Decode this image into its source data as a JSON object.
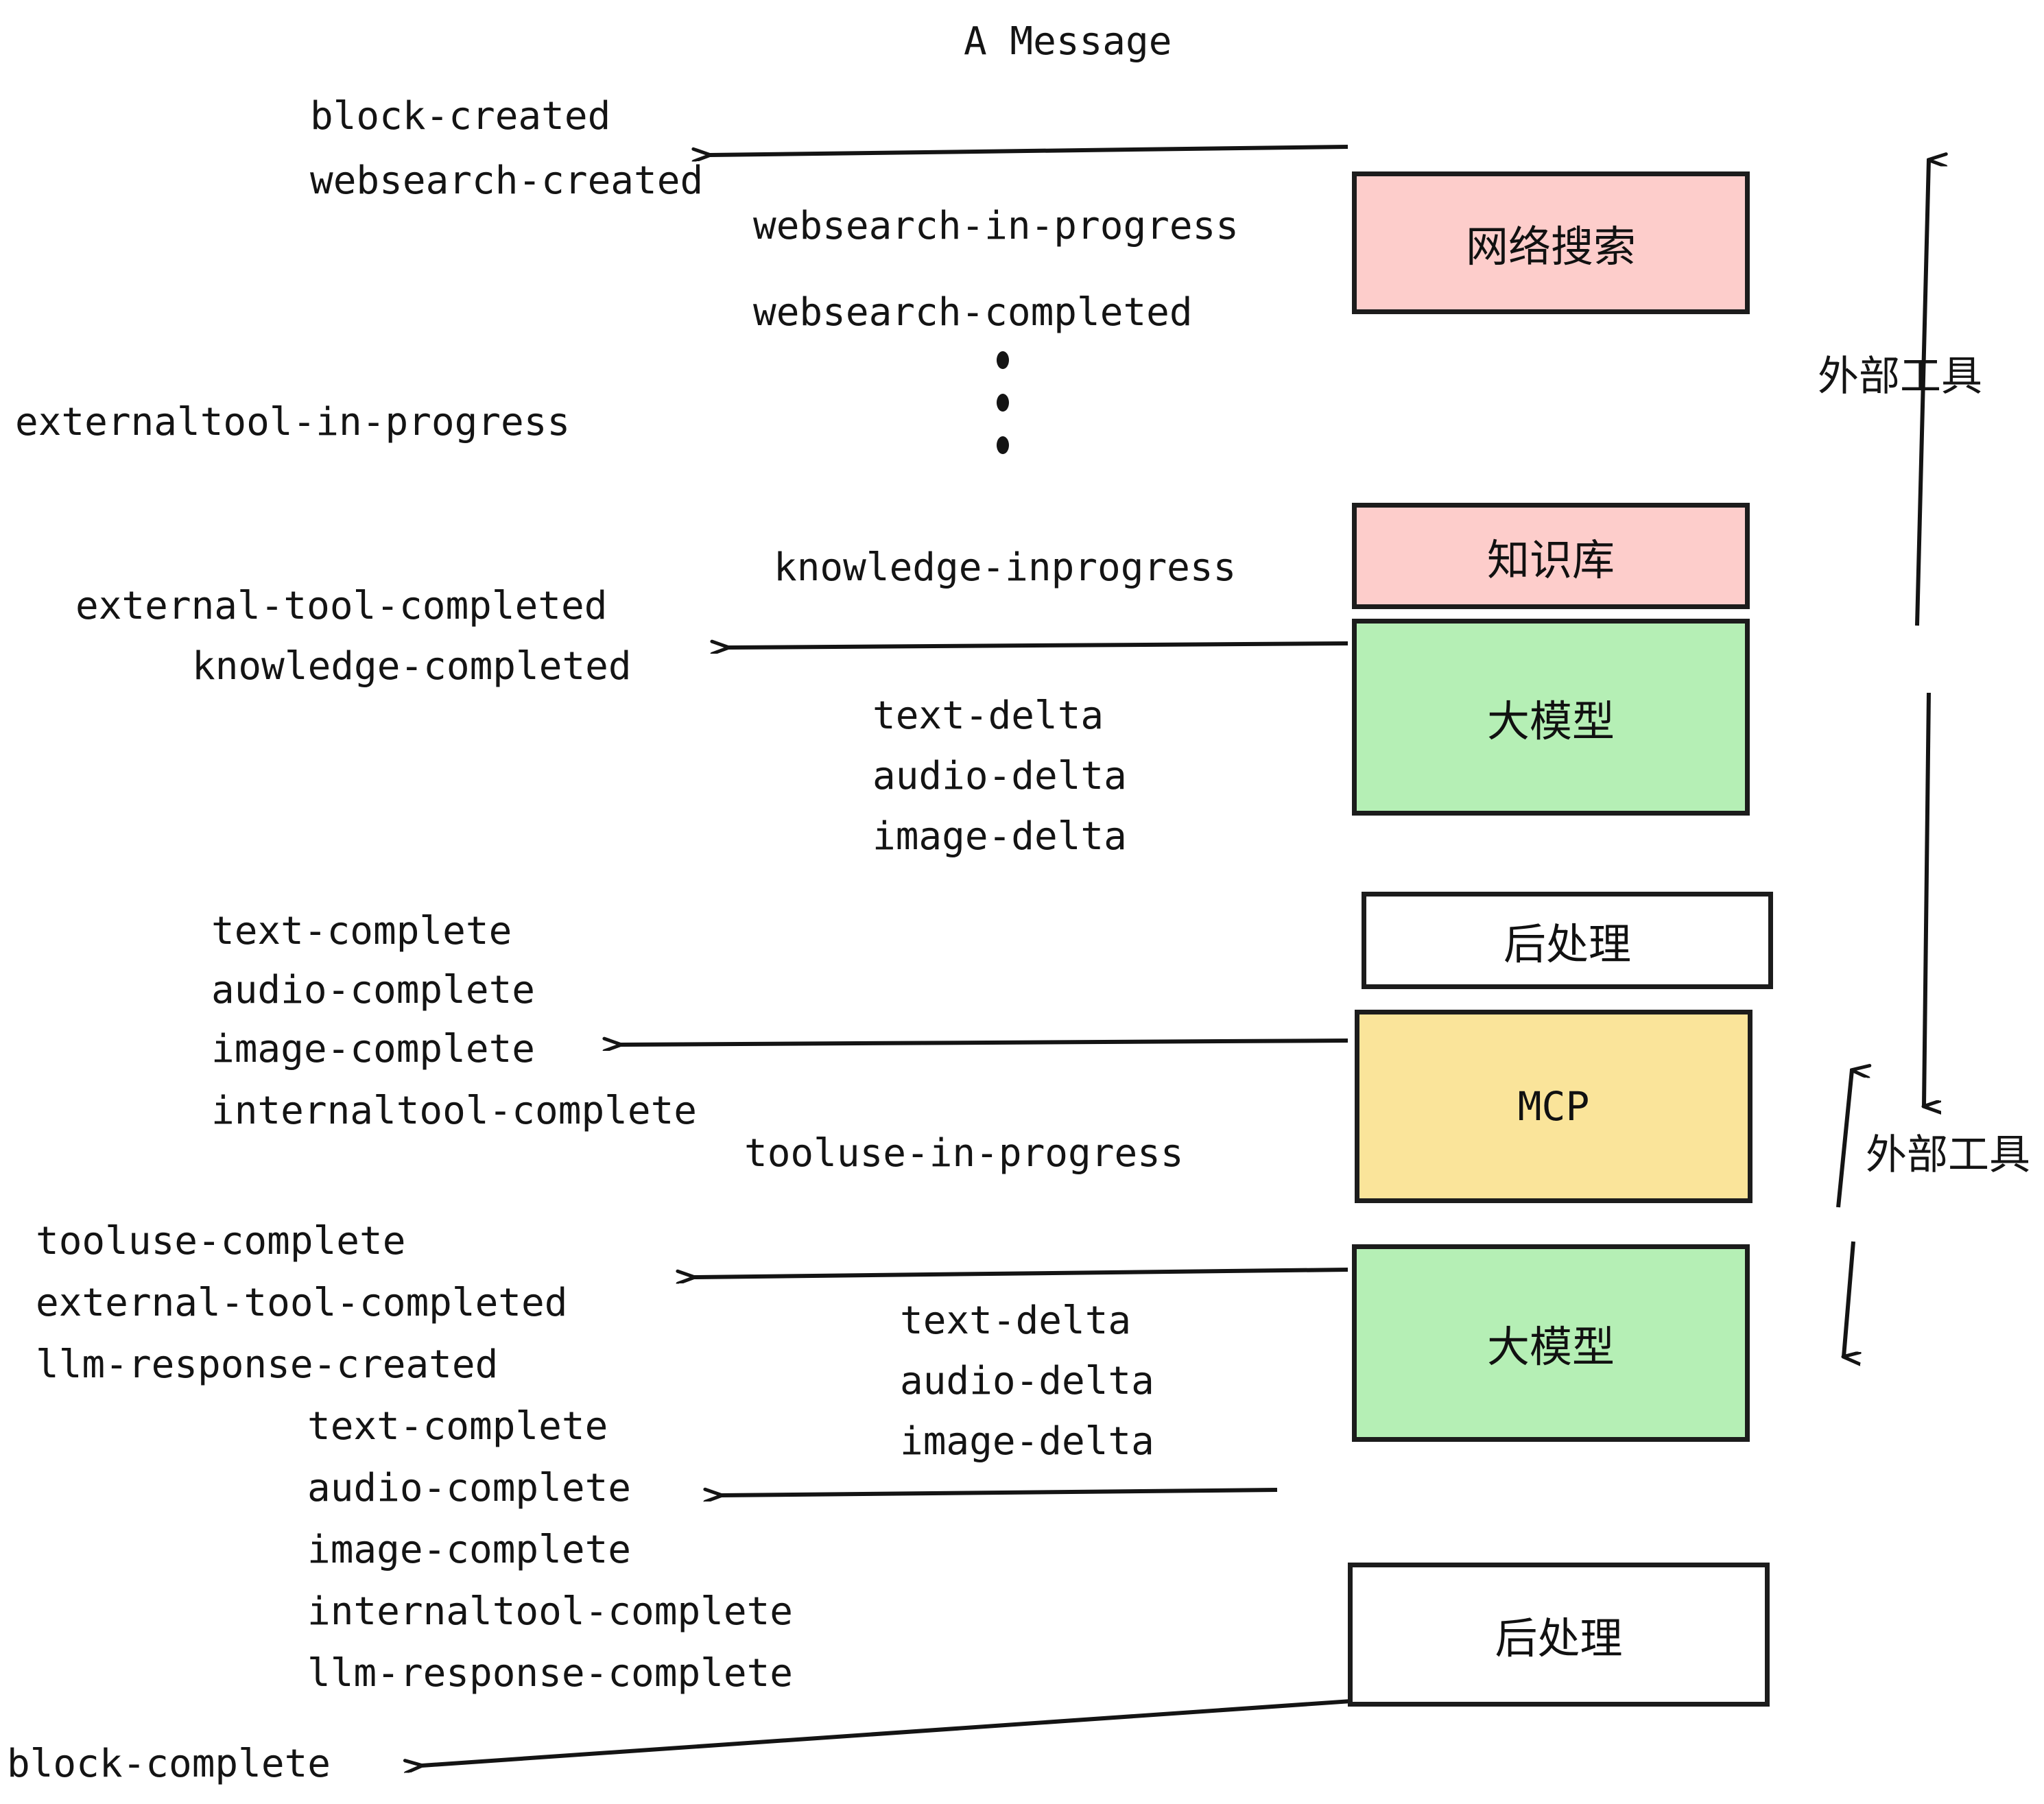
{
  "title": "A Message",
  "boxes": [
    {
      "id": "websearch",
      "label": "网络搜索",
      "color": "#fdcdcb"
    },
    {
      "id": "knowledge",
      "label": "知识库",
      "color": "#fdcdcb"
    },
    {
      "id": "llm-1",
      "label": "大模型",
      "color": "#b5 efb5"
    },
    {
      "id": "postprocess-1",
      "label": "后处理",
      "color": "#ffffff"
    },
    {
      "id": "mcp",
      "label": "MCP",
      "color": "#fae49a"
    },
    {
      "id": "llm-2",
      "label": "大模型",
      "color": "#b5efb5"
    },
    {
      "id": "postprocess-2",
      "label": "后处理",
      "color": "#ffffff"
    }
  ],
  "box_labels": {
    "websearch": "网络搜索",
    "knowledge": "知识库",
    "llm_1": "大模型",
    "postprocess_1": "后处理",
    "mcp": "MCP",
    "llm_2": "大模型",
    "postprocess_2": "后处理"
  },
  "side_labels": {
    "external_tool_top": "外部工具",
    "external_tool_bottom": "外部工具"
  },
  "events": {
    "block_created": "block-created",
    "websearch_created": "websearch-created",
    "websearch_in_progress": "websearch-in-progress",
    "websearch_completed": "websearch-completed",
    "externaltool_in_progress": "externaltool-in-progress",
    "knowledge_inprogress": "knowledge-inprogress",
    "external_tool_completed_1": "external-tool-completed",
    "knowledge_completed": "knowledge-completed",
    "text_delta_1": "text-delta",
    "audio_delta_1": "audio-delta",
    "image_delta_1": "image-delta",
    "text_complete_1": "text-complete",
    "audio_complete_1": "audio-complete",
    "image_complete_1": "image-complete",
    "internaltool_complete_1": "internaltool-complete",
    "tooluse_in_progress": "tooluse-in-progress",
    "tooluse_complete": "tooluse-complete",
    "external_tool_completed_2": "external-tool-completed",
    "llm_response_created": "llm-response-created",
    "text_delta_2": "text-delta",
    "audio_delta_2": "audio-delta",
    "image_delta_2": "image-delta",
    "text_complete_2": "text-complete",
    "audio_complete_2": "audio-complete",
    "image_complete_2": "image-complete",
    "internaltool_complete_2": "internaltool-complete",
    "llm_response_complete": "llm-response-complete",
    "block_complete": "block-complete"
  },
  "colors": {
    "pink": "#fdcdcb",
    "green": "#b5efb5",
    "yellow": "#fae49a",
    "white": "#ffffff",
    "stroke": "#1c1c1c",
    "text": "#141414"
  }
}
